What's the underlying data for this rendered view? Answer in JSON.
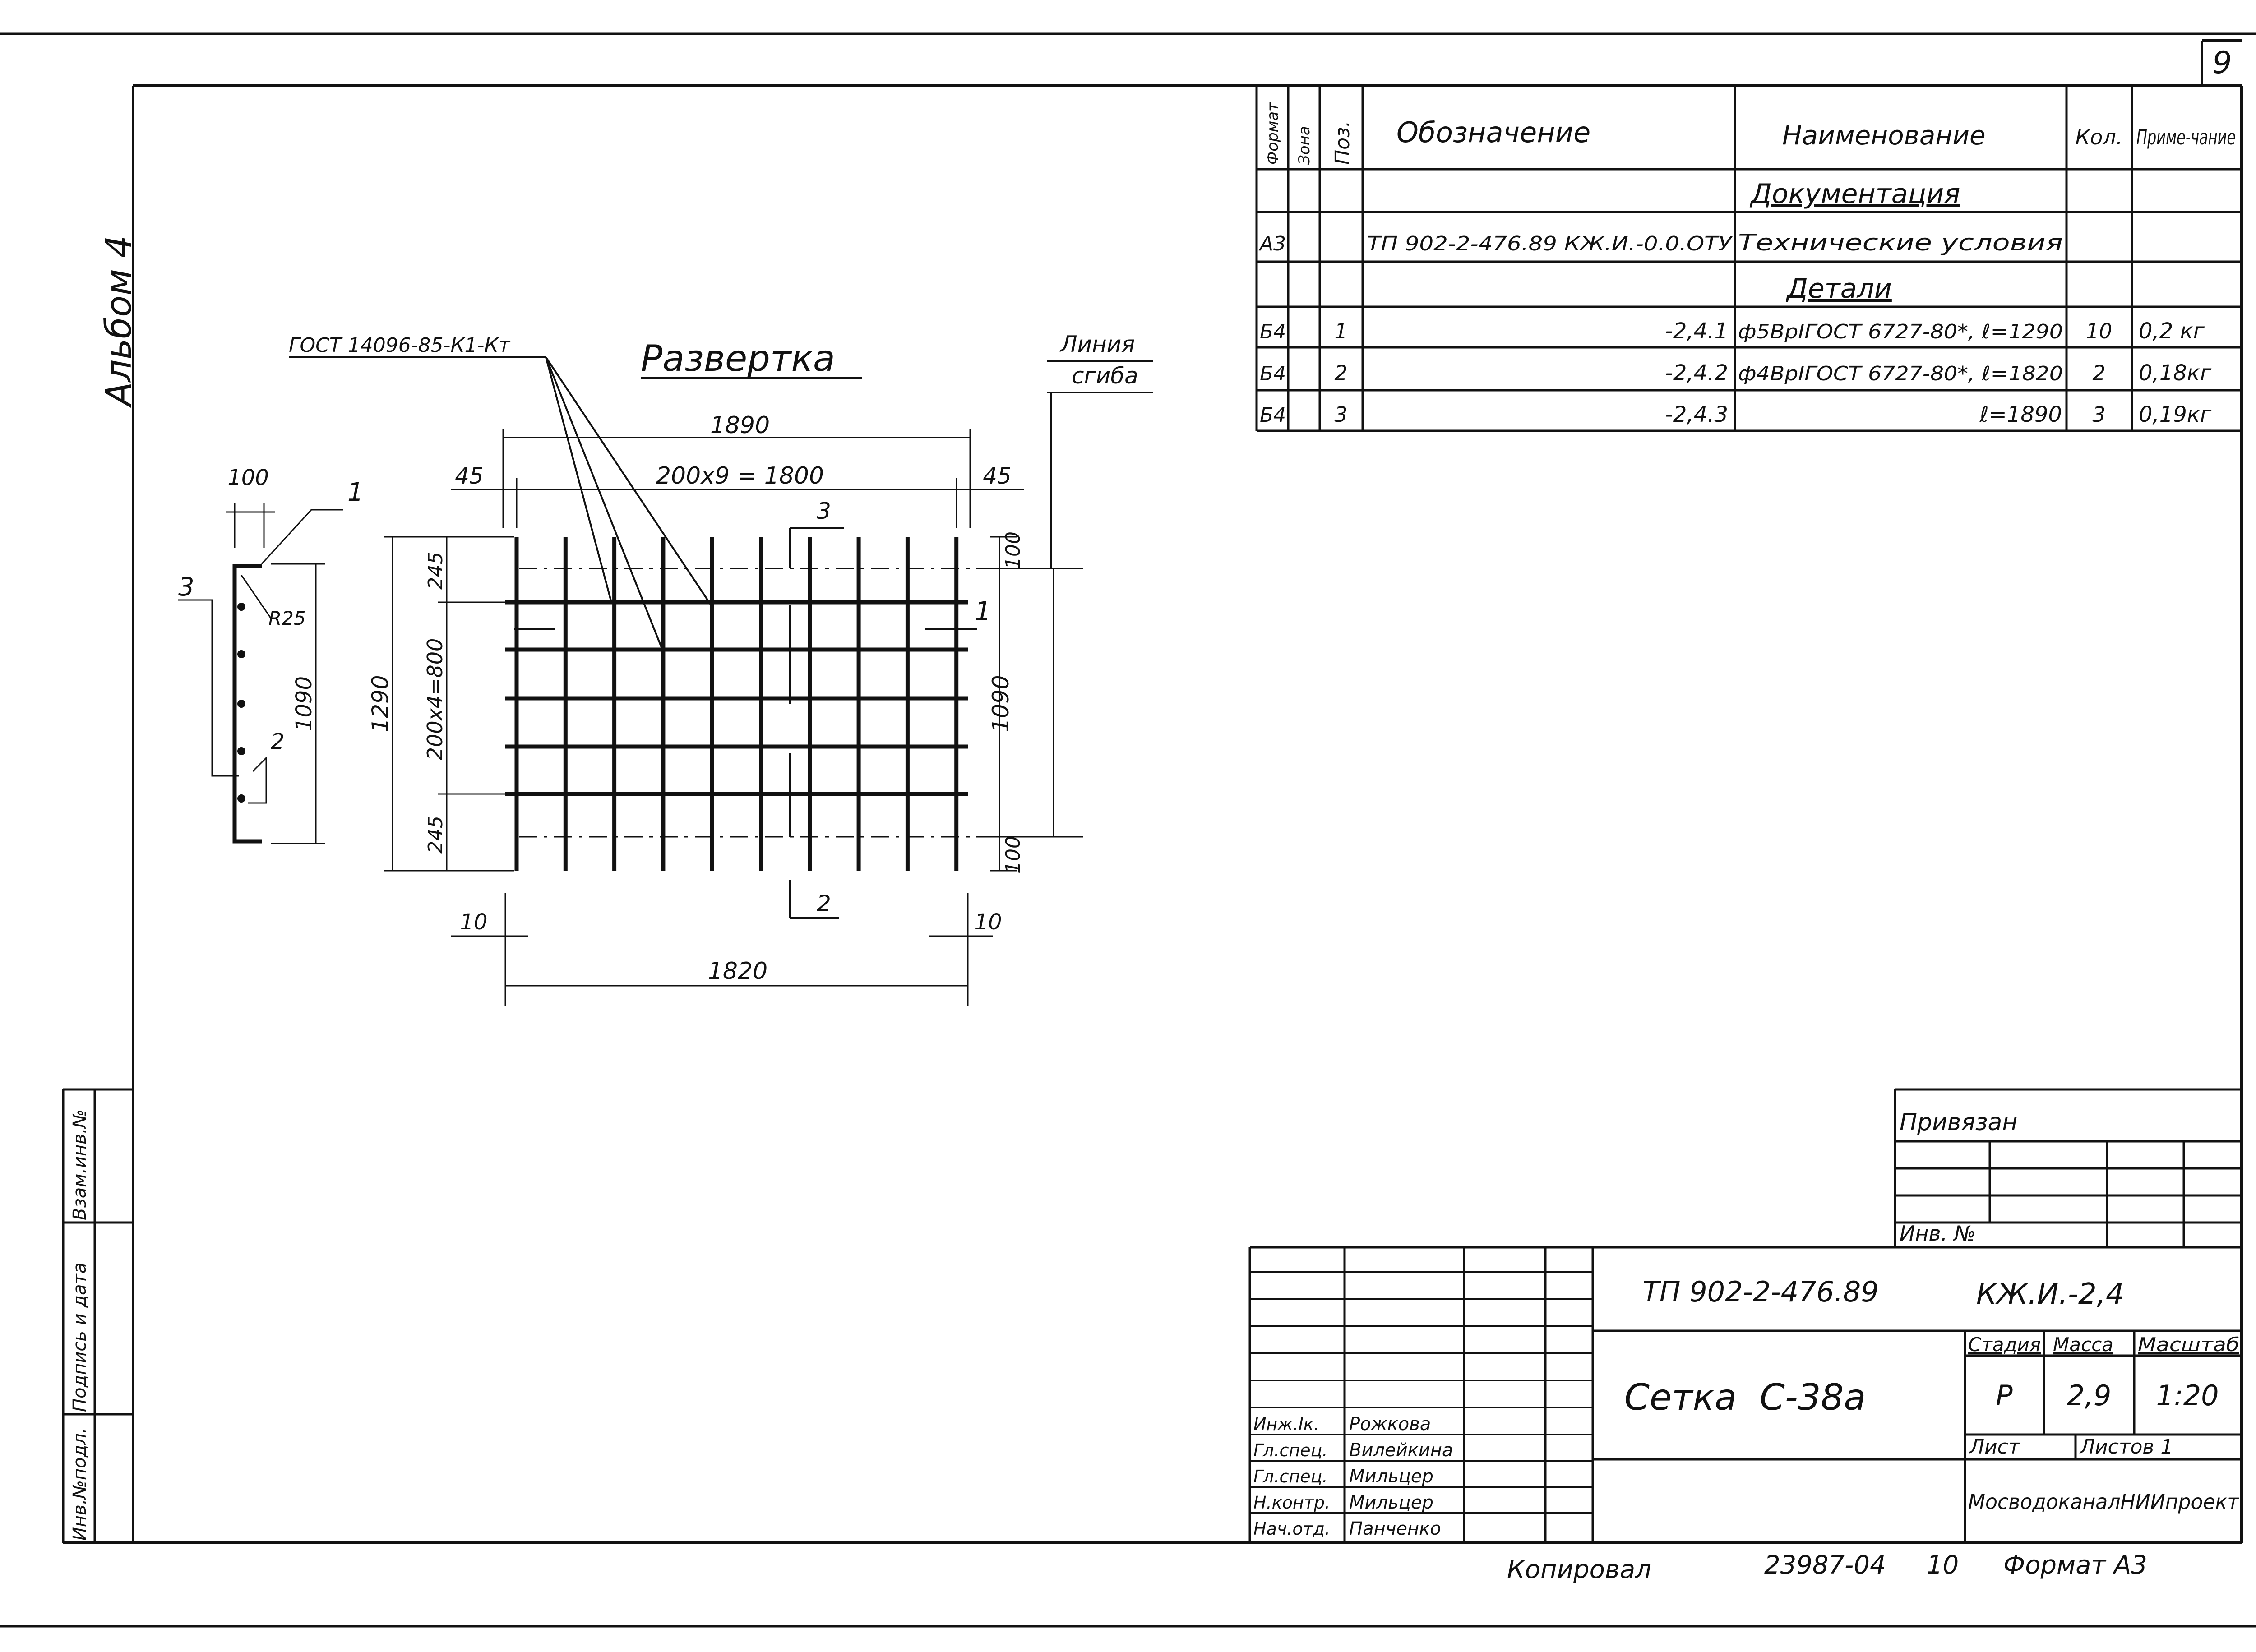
{
  "page_number": "9",
  "album_label": "Альбом 4",
  "left_stamp": {
    "inv_orig": "Инв.№подл.",
    "signature_date": "Подпись и дата",
    "replace_inv": "Взам.инв.№"
  },
  "drawing": {
    "title": "Развертка",
    "gost_label": "ГОСТ 14096-85-К1-Кт",
    "bend_line_label": [
      "Линия",
      "сгиба"
    ],
    "dims": {
      "total_width": "1890",
      "spacing_x": "200х9 = 1800",
      "left_offset": "45",
      "right_offset": "45",
      "height": "1290",
      "spacing_y": "200х4=800",
      "top_edge": "245",
      "bottom_edge": "245",
      "bar_length": "1820",
      "left_end": "10",
      "right_end": "10",
      "bend_top": "100",
      "bend_bottom": "100",
      "bend_height": "1090",
      "section_width": "100",
      "section_height": "1090",
      "radius": "R25"
    },
    "pos_labels": {
      "pos1": "1",
      "pos2": "2",
      "pos3": "3"
    }
  },
  "spec_table": {
    "headers": {
      "format": "Формат",
      "zone": "Зона",
      "pos": "Поз.",
      "designation": "Обозначение",
      "name": "Наименование",
      "qty": "Кол.",
      "note": "Приме-чание"
    },
    "section_docs": "Документация",
    "section_details": "Детали",
    "rows": [
      {
        "format": "А3",
        "pos": "",
        "designation": "ТП 902-2-476.89 КЖ.И.-0.0.ОТУ",
        "name": "Технические условия",
        "qty": "",
        "note": ""
      },
      {
        "format": "Б4",
        "pos": "1",
        "designation": "-2,4.1",
        "name": "ф5ВрIГОСТ 6727-80*, ℓ=1290",
        "qty": "10",
        "note": "0,2 кг"
      },
      {
        "format": "Б4",
        "pos": "2",
        "designation": "-2,4.2",
        "name": "ф4ВрIГОСТ 6727-80*, ℓ=1820",
        "qty": "2",
        "note": "0,18кг"
      },
      {
        "format": "Б4",
        "pos": "3",
        "designation": "-2,4.3",
        "name": "ℓ=1890",
        "qty": "3",
        "note": "0,19кг"
      }
    ]
  },
  "binding_box": {
    "label": "Привязан",
    "inv_label": "Инв. №"
  },
  "title_block": {
    "project_code": "ТП 902-2-476.89",
    "sheet_code": "КЖ.И.-2,4",
    "drawing_name": "Сетка  С-38а",
    "stage_label": "Стадия",
    "mass_label": "Масса",
    "scale_label": "Масштаб",
    "stage": "Р",
    "mass": "2,9",
    "scale": "1:20",
    "sheet_label": "Лист",
    "sheets_label": "Листов 1",
    "organization": "МосводоканалНИИпроект",
    "staff": [
      {
        "role": "Инж.Iк.",
        "name": "Рожкова"
      },
      {
        "role": "Гл.спец.",
        "name": "Вилейкина"
      },
      {
        "role": "Гл.спец.",
        "name": "Мильцер"
      },
      {
        "role": "Н.контр.",
        "name": "Мильцер"
      },
      {
        "role": "Нач.отд.",
        "name": "Панченко"
      }
    ]
  },
  "footer": {
    "copied_label": "Копировал",
    "order": "23987-04",
    "sheet_no": "10",
    "format_label": "Формат А3"
  }
}
